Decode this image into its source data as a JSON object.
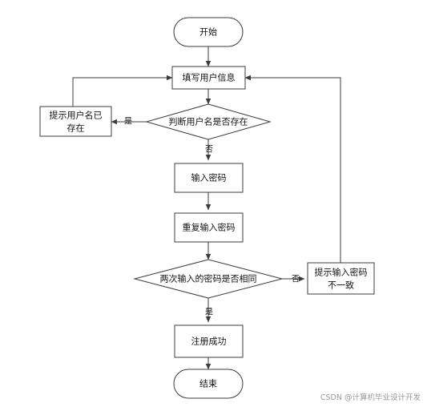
{
  "diagram": {
    "nodes": {
      "start": "开始",
      "fill_info": "填写用户信息",
      "check_exists": "判断用户名是否存在",
      "exists_l1": "提示用户名已",
      "exists_l2": "存在",
      "input_pwd": "输入密码",
      "repeat_pwd": "重复输入密码",
      "compare": "两次输入的密码是否相同",
      "mismatch_l1": "提示输入密码",
      "mismatch_l2": "不一致",
      "success": "注册成功",
      "end": "结束"
    },
    "edges": {
      "exists_yes": "是",
      "exists_no": "否",
      "compare_no": "否",
      "compare_yes": "是"
    }
  },
  "watermark": "CSDN @计算机毕业设计开发",
  "colors": {
    "stroke": "#3c3c3c",
    "fill": "#ffffff",
    "watermark": "#9a9a9a"
  }
}
